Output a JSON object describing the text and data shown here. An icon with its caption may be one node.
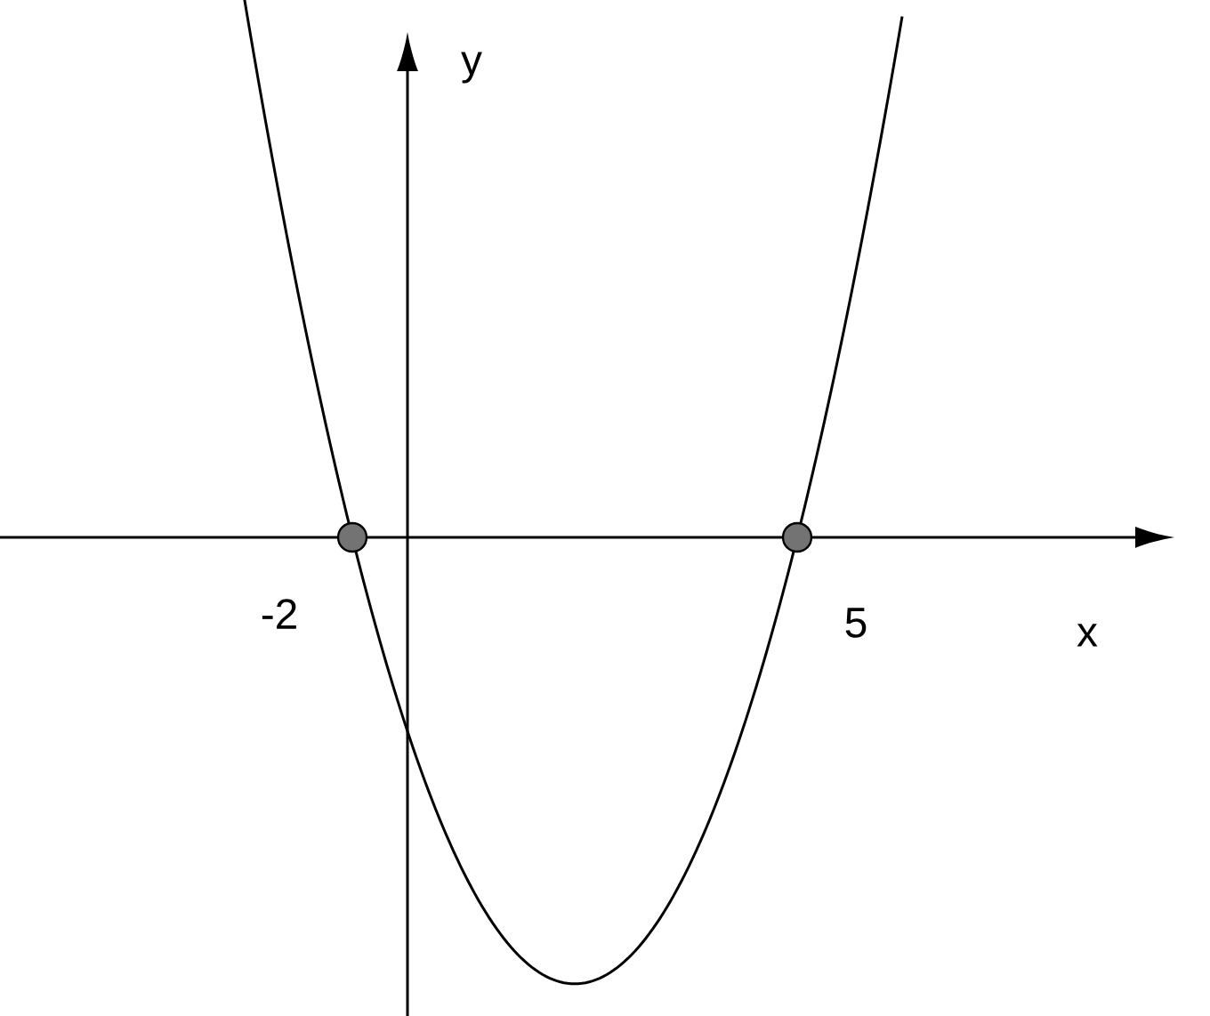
{
  "diagram": {
    "labels": [
      "y",
      "-2",
      "5",
      "x"
    ]
  }
}
